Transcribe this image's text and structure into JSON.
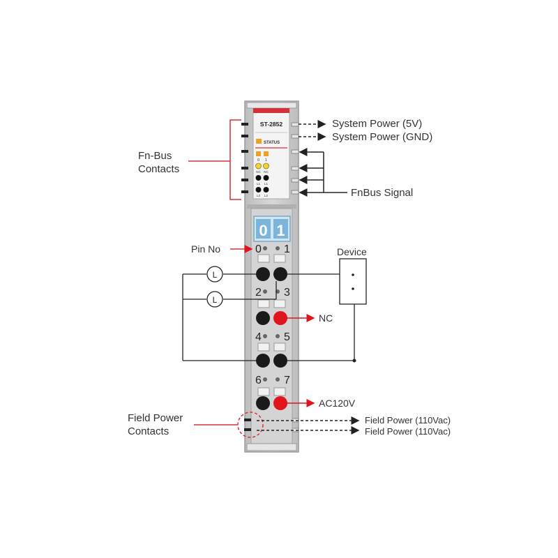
{
  "module": {
    "model": "ST-2852",
    "status_label": "STATUS",
    "channel_digits": [
      "0",
      "1"
    ],
    "led_labels": [
      "0",
      "1"
    ],
    "small_labels": [
      "NC",
      "NC",
      "L1",
      "L1",
      "L2",
      "L2"
    ]
  },
  "pins": [
    "0",
    "1",
    "2",
    "3",
    "4",
    "5",
    "6",
    "7"
  ],
  "labels": {
    "fnbus_contacts_line1": "Fn-Bus",
    "fnbus_contacts_line2": "Contacts",
    "system_power_5v": "System Power (5V)",
    "system_power_gnd": "System Power (GND)",
    "fnbus_signal": "FnBus Signal",
    "pin_no": "Pin No",
    "device": "Device",
    "nc": "NC",
    "ac120v": "AC120V",
    "field_power_contacts_line1": "Field Power",
    "field_power_contacts_line2": "Contacts",
    "field_power_1": "Field Power (110Vac)",
    "field_power_2": "Field Power (110Vac)",
    "load_symbol": "L"
  },
  "colors": {
    "accent_red": "#d8303b",
    "terminal_red": "#e0141c",
    "status_orange": "#f0a020",
    "led_yellow": "#f2d43a",
    "body_gray": "#cfcfcf",
    "window_blue": "#cfe6f5"
  }
}
